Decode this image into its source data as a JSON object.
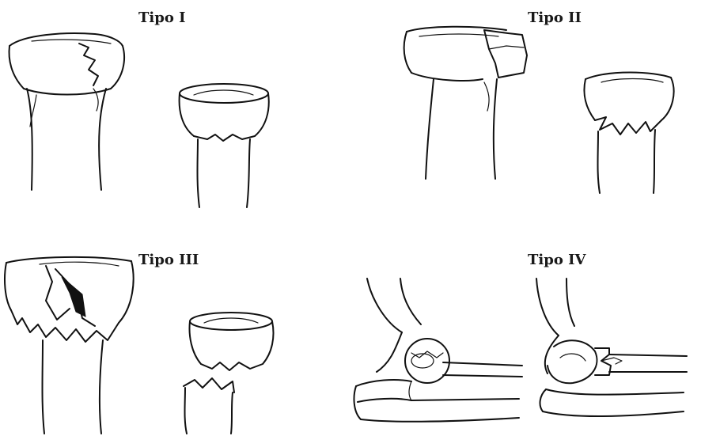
{
  "figure": {
    "panels": [
      {
        "label": "Tipo I",
        "icon": "radial-head-fracture-type-1"
      },
      {
        "label": "Tipo II",
        "icon": "radial-head-fracture-type-2"
      },
      {
        "label": "Tipo III",
        "icon": "radial-head-fracture-type-3"
      },
      {
        "label": "Tipo IV",
        "icon": "elbow-fracture-dislocation-type-4"
      }
    ]
  }
}
